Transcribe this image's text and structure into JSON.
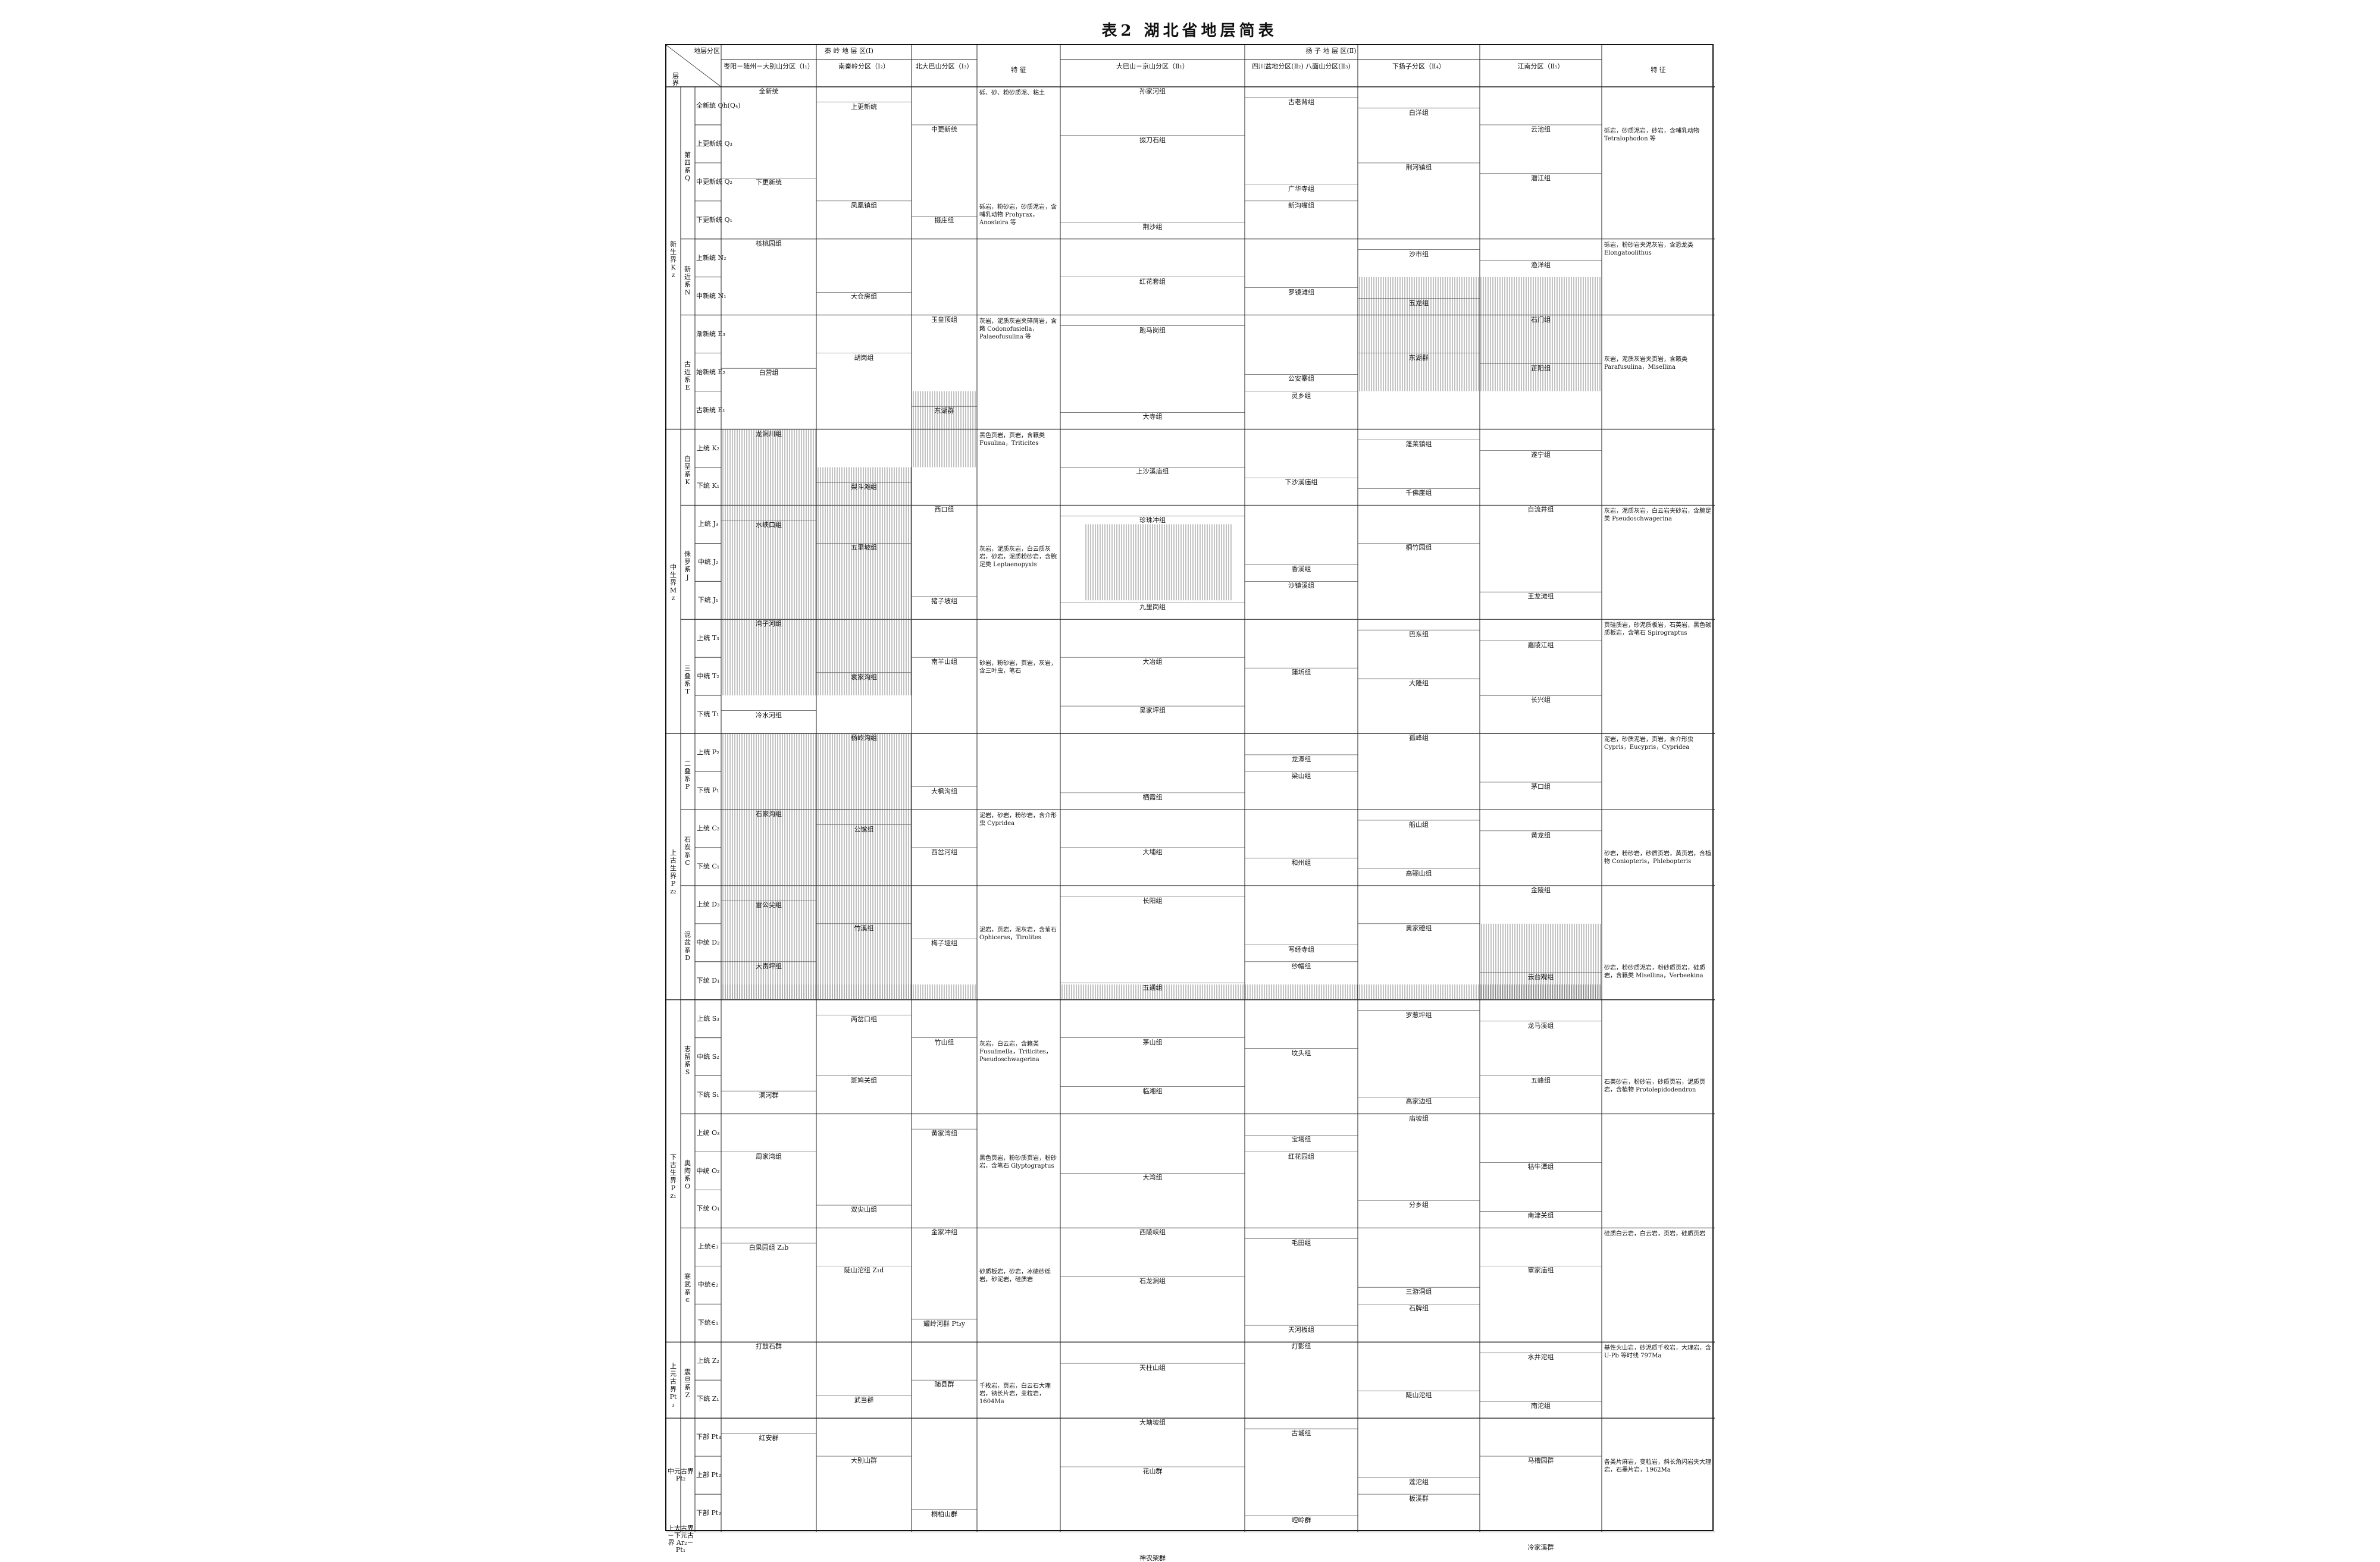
{
  "title": "表2 湖北省地层简表",
  "header": {
    "corner_region": "地层分区",
    "corner_era": "层",
    "corner_system": "界",
    "qinling_region": "秦 岭 地 层 区(Ⅰ)",
    "qinling_sub1": "枣阳－随州－大别山分区（Ⅰ₁）",
    "qinling_sub2": "南秦岭分区（Ⅰ₂）",
    "qinling_sub3": "北大巴山分区（Ⅰ₃）",
    "features_left": "特 征",
    "yangtze_region": "扬 子 地 层 区(Ⅱ)",
    "yangtze_sub1": "大巴山－京山分区（Ⅱ₁）",
    "yangtze_sub2": "四川盆地分区(Ⅱ₂) 八面山分区(Ⅱ₃)",
    "yangtze_sub3": "下扬子分区（Ⅱ₄）",
    "yangtze_sub4": "江南分区（Ⅱ₅）",
    "features_right": "特 征"
  },
  "eras": [
    {
      "name": "新生界 Kz",
      "systems": [
        "第四系 Q",
        "新近系 N",
        "古近系 E"
      ]
    },
    {
      "name": "中生界 Mz",
      "systems": [
        "白垩系 K",
        "侏罗系 J",
        "三叠系 T"
      ]
    },
    {
      "name": "上古生界 Pz₂",
      "systems": [
        "二叠系 P",
        "石炭系 C",
        "泥盆系 D"
      ]
    },
    {
      "name": "下古生界 Pz₁",
      "systems": [
        "志留系 S",
        "奥陶系 O",
        "寒武系 ∈"
      ]
    },
    {
      "name": "上元古界 Pt₃",
      "systems": [
        "震旦系 Z"
      ]
    },
    {
      "name": "中元古界 Pt₂",
      "systems": []
    },
    {
      "name": "上太古界－下元古界 Ar₂－Pt₁",
      "systems": []
    }
  ],
  "series": [
    "全新统 Qh(Q₄)",
    "上更新统 Q₃",
    "中更新统 Q₂",
    "下更新统 Q₁",
    "上新统 N₂",
    "中新统 N₁",
    "渐新统 E₃",
    "始新统 E₂",
    "古新统 E₁",
    "上统 K₂",
    "下统 K₁",
    "上统 J₃",
    "中统 J₂",
    "下统 J₁",
    "上统 T₃",
    "中统 T₂",
    "下统 T₁",
    "上统 P₂",
    "下统 P₁",
    "上统 C₂",
    "下统 C₁",
    "上统 D₃",
    "中统 D₂",
    "下统 D₁",
    "上统 S₃",
    "中统 S₂",
    "下统 S₁",
    "上统 O₃",
    "中统 O₂",
    "下统 O₁",
    "上统∈₃",
    "中统∈₂",
    "下统∈₁",
    "上统 Z₂",
    "下统 Z₁",
    "下部 Pt₃",
    "上部 Pt₂",
    "下部 Pt₂"
  ],
  "qinling_units": [
    "全新统",
    "上更新统",
    "中更新统",
    "下更新统",
    "凤凰镇组",
    "掇庄组",
    "核桃园组",
    "大仓房组",
    "玉皇顶组",
    "白营组",
    "胡岗组",
    "东湖群",
    "龙洞川组",
    "梨斗滩组",
    "西口组",
    "水峡口组",
    "五里坡组",
    "猪子坡组",
    "湾子河组",
    "袁家沟组",
    "南羊山组",
    "冷水河组",
    "杨岭沟组",
    "大枫沟组",
    "石家沟组",
    "公馆组",
    "西岔河组",
    "雷公尖组",
    "竹溪组",
    "梅子垭组",
    "大贵坪组",
    "两岔口组",
    "竹山组",
    "洞河群",
    "斑鸠关组",
    "黄家湾组",
    "周家湾组",
    "双尖山组",
    "金家冲组",
    "白果园组 Z₂b",
    "陡山沱组 Z₁d",
    "耀岭河群 Pt₃y",
    "打鼓石群",
    "武当群",
    "随县群",
    "红安群",
    "大别山群",
    "桐柏山群"
  ],
  "yangtze_units": [
    "孙家河组",
    "古老背组",
    "白洋组",
    "云池组",
    "掇刀石组",
    "广华寺组",
    "荆河镇组",
    "潜江组",
    "荆沙组",
    "新沟嘴组",
    "沙市组",
    "渔洋组",
    "红花套组",
    "罗镜滩组",
    "五龙组",
    "石门组",
    "跑马岗组",
    "公安寨组",
    "东湖群",
    "正阳组",
    "大寺组",
    "灵乡组",
    "蓬莱镇组",
    "遂宁组",
    "上沙溪庙组",
    "下沙溪庙组",
    "千佛崖组",
    "自流井组",
    "珍珠冲组",
    "香溪组",
    "桐竹园组",
    "王龙滩组",
    "九里岗组",
    "沙镇溪组",
    "巴东组",
    "嘉陵江组",
    "大冶组",
    "蒲圻组",
    "大隆组",
    "长兴组",
    "吴家坪组",
    "龙潭组",
    "孤峰组",
    "茅口组",
    "栖霞组",
    "梁山组",
    "船山组",
    "黄龙组",
    "大埔组",
    "和州组",
    "高骊山组",
    "金陵组",
    "长阳组",
    "写经寺组",
    "黄家磴组",
    "云台观组",
    "五通组",
    "纱帽组",
    "罗惹坪组",
    "龙马溪组",
    "茅山组",
    "坟头组",
    "高家边组",
    "五峰组",
    "临湘组",
    "宝塔组",
    "庙坡组",
    "牯牛潭组",
    "大湾组",
    "红花园组",
    "分乡组",
    "南津关组",
    "西陵峡组",
    "毛田组",
    "三游洞组",
    "覃家庙组",
    "石龙洞组",
    "天河板组",
    "石牌组",
    "水井沱组",
    "天柱山组",
    "灯影组",
    "陡山沱组",
    "南沱组",
    "大塘坡组",
    "古城组",
    "莲沱组",
    "马槽园群",
    "花山群",
    "崆岭群",
    "板溪群",
    "冷家溪群",
    "神农架群"
  ],
  "features": [
    "砾、砂、粉砂质泥、粘土",
    "砾岩，砂质泥岩，砂岩，含哺乳动物 Tetralophodon 等",
    "砾岩，粉砂岩，砂质泥岩，含哺乳动物 Prohyrax，Anosteira 等",
    "砾岩，粉砂岩夹泥灰岩，含恐龙类 Elongatoolithus",
    "灰岩，泥质灰岩夹碎屑岩，含籁 Codonofusiella，Palaeofusulina 等",
    "灰岩，泥质灰岩夹页岩，含籁类 Parafusulina，Misellina",
    "黑色页岩，页岩，含籁类 Fusulina，Triticites",
    "灰岩，泥质灰岩，白云岩夹砂岩，含腕足类 Pseudoschwagerina",
    "灰岩，泥质灰岩，白云质灰岩，砂岩，泥质粉砂岩，含腕足类 Leptaenopyxis",
    "页硅质岩，砂泥质板岩，石英岩，黑色碳质板岩，含笔石 Spirograptus",
    "砂岩，粉砂岩，页岩，灰岩，含三叶虫，笔石",
    "泥岩，砂质泥岩，页岩，含介形虫 Cypris，Eucypris，Cypridea",
    "泥岩，砂岩，粉砂岩，含介形虫 Cypridea",
    "砂岩，粉砂岩，砂质页岩，黄页岩，含植物 Coniopteris，Phlebopteris",
    "泥岩，页岩，泥灰岩，含菊石 Ophiceras，Tirolites",
    "砂岩，粉砂质泥岩，粉砂质页岩，硅质岩，含籁类 Misellina，Verbeekina",
    "灰岩，白云岩，含籁类 Fusulinella，Triticites，Pseudoschwagerina",
    "石英砂岩，粉砂岩，砂质页岩，泥质页岩，含植物 Protolepidodendron",
    "黑色页岩，粉砂质页岩，粉砂岩，含笔石 Glyptograptus",
    "硅质白云岩，白云岩，页岩，硅质页岩",
    "砂质板岩，砂岩，冰碛砂砾岩，砂泥岩，硅质岩",
    "基性火山岩，砂泥质千枚岩，大理岩，含 U-Pb 等时线 797Ma",
    "千枚岩，页岩，白云石大理岩，钠长片岩，变粒岩，1604Ma",
    "各类片麻岩，变粒岩，斜长角闪岩夹大理岩，石墨片岩，1962Ma"
  ]
}
